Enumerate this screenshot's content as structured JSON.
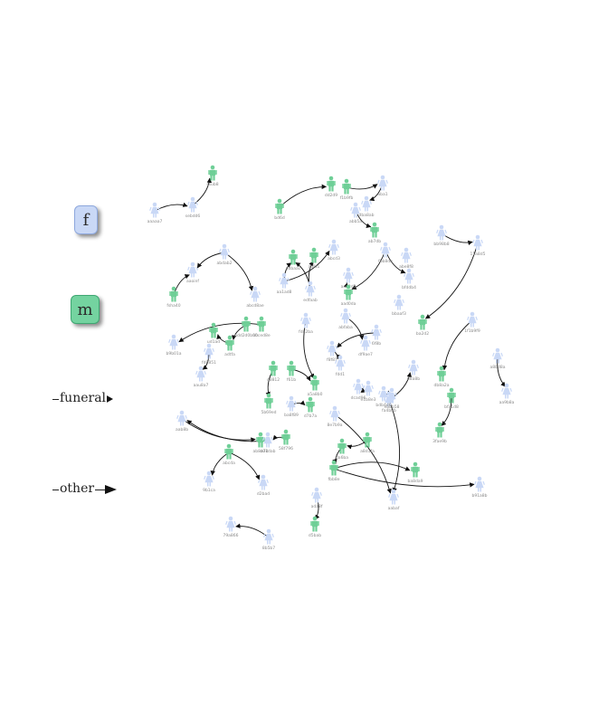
{
  "colors": {
    "female": "#c9d8f6",
    "male": "#6fcf97",
    "edge": "#111111"
  },
  "legend": {
    "female_letter": "f",
    "male_letter": "m",
    "funeral_label": "funeral",
    "other_label": "other"
  },
  "nodes": [
    {
      "id": "n1",
      "sex": "f",
      "label": "aaaaa7"
    },
    {
      "id": "n2",
      "sex": "f",
      "label": "sebdd6"
    },
    {
      "id": "n3",
      "sex": "m",
      "label": "ssub8"
    },
    {
      "id": "n4",
      "sex": "m",
      "label": "fsha40"
    },
    {
      "id": "n5",
      "sex": "f",
      "label": "aaoinf"
    },
    {
      "id": "n6",
      "sex": "f",
      "label": "abdab2"
    },
    {
      "id": "n7",
      "sex": "f",
      "label": "abcd8ae"
    },
    {
      "id": "n8",
      "sex": "m",
      "label": "abced8e"
    },
    {
      "id": "n9",
      "sex": "f",
      "label": "b9b01a"
    },
    {
      "id": "n10",
      "sex": "f",
      "label": "aau8a7"
    },
    {
      "id": "n11",
      "sex": "f",
      "label": "fd8851"
    },
    {
      "id": "n12",
      "sex": "m",
      "label": "ud1ad"
    },
    {
      "id": "n13",
      "sex": "m",
      "label": "adtfa"
    },
    {
      "id": "n14",
      "sex": "m",
      "label": "bdd2d0b00"
    },
    {
      "id": "n15",
      "sex": "m",
      "label": "adbaac"
    },
    {
      "id": "n16",
      "sex": "m",
      "label": "adfa1"
    },
    {
      "id": "n17",
      "sex": "f",
      "label": "abcd3"
    },
    {
      "id": "n18",
      "sex": "f",
      "label": "aa1ad8"
    },
    {
      "id": "n19",
      "sex": "f",
      "label": "edfaab"
    },
    {
      "id": "n20",
      "sex": "f",
      "label": "aaa2d5"
    },
    {
      "id": "n21",
      "sex": "m",
      "label": "aad0da"
    },
    {
      "id": "n22",
      "sex": "f",
      "label": "fbb8da"
    },
    {
      "id": "n23",
      "sex": "f",
      "label": "bfddb4"
    },
    {
      "id": "n24",
      "sex": "m",
      "label": "bd6d"
    },
    {
      "id": "n25",
      "sex": "m",
      "label": "dd2d9"
    },
    {
      "id": "n26",
      "sex": "m",
      "label": "f1b9fb"
    },
    {
      "id": "n27",
      "sex": "f",
      "label": "aba1"
    },
    {
      "id": "n28",
      "sex": "f",
      "label": "dba8ab"
    },
    {
      "id": "n29",
      "sex": "f",
      "label": "abb5a"
    },
    {
      "id": "n30",
      "sex": "m",
      "label": "ab7db"
    },
    {
      "id": "n31",
      "sex": "f",
      "label": "abe8f8"
    },
    {
      "id": "n32",
      "sex": "f",
      "label": "bbaaf3"
    },
    {
      "id": "n33",
      "sex": "f",
      "label": "abfaba"
    },
    {
      "id": "n34",
      "sex": "f",
      "label": "df9ae7"
    },
    {
      "id": "n35",
      "sex": "f",
      "label": "6f8b"
    },
    {
      "id": "n36",
      "sex": "f",
      "label": "f8f81"
    },
    {
      "id": "n37",
      "sex": "f",
      "label": "fdd1"
    },
    {
      "id": "n38",
      "sex": "f",
      "label": "fd82ba"
    },
    {
      "id": "n39",
      "sex": "m",
      "label": "a5a8b0"
    },
    {
      "id": "n40",
      "sex": "m",
      "label": "f61b"
    },
    {
      "id": "n41",
      "sex": "m",
      "label": "d8812"
    },
    {
      "id": "n42",
      "sex": "m",
      "label": "5b69ed"
    },
    {
      "id": "n43",
      "sex": "f",
      "label": "ba8f89"
    },
    {
      "id": "n44",
      "sex": "m",
      "label": "d7b7a"
    },
    {
      "id": "n45",
      "sex": "m",
      "label": "abcda"
    },
    {
      "id": "n46",
      "sex": "f",
      "label": "9b1ca"
    },
    {
      "id": "n47",
      "sex": "f",
      "label": "d2bad"
    },
    {
      "id": "n48",
      "sex": "f",
      "label": "aab8b"
    },
    {
      "id": "n49",
      "sex": "m",
      "label": "ab8a7d"
    },
    {
      "id": "n50",
      "sex": "f",
      "label": "d01dab"
    },
    {
      "id": "n51",
      "sex": "m",
      "label": "58f796"
    },
    {
      "id": "n52",
      "sex": "f",
      "label": "ada8f"
    },
    {
      "id": "n53",
      "sex": "m",
      "label": "d5bab"
    },
    {
      "id": "n54",
      "sex": "f",
      "label": "8b5b7"
    },
    {
      "id": "n55",
      "sex": "f",
      "label": "79a866"
    },
    {
      "id": "n56",
      "sex": "m",
      "label": "a8d1fa"
    },
    {
      "id": "n57",
      "sex": "m",
      "label": "da6ba"
    },
    {
      "id": "n58",
      "sex": "m",
      "label": "fbb8e"
    },
    {
      "id": "n59",
      "sex": "m",
      "label": "ba8da9"
    },
    {
      "id": "n60",
      "sex": "f",
      "label": "b91a8b"
    },
    {
      "id": "n61",
      "sex": "f",
      "label": "aabaf"
    },
    {
      "id": "n62",
      "sex": "f",
      "label": "fa4b8b"
    },
    {
      "id": "n63",
      "sex": "f",
      "label": "b8a8b"
    },
    {
      "id": "n64",
      "sex": "f",
      "label": "8e7b9a"
    },
    {
      "id": "n65",
      "sex": "f",
      "label": "dcad96"
    },
    {
      "id": "n66",
      "sex": "f",
      "label": "e1b8e3"
    },
    {
      "id": "n67",
      "sex": "f",
      "label": "bdb4d0"
    },
    {
      "id": "n68",
      "sex": "f",
      "label": "ebbb58"
    },
    {
      "id": "n69",
      "sex": "f",
      "label": "bb98b8"
    },
    {
      "id": "n70",
      "sex": "f",
      "label": "11a8d5"
    },
    {
      "id": "n71",
      "sex": "m",
      "label": "ba2d2"
    },
    {
      "id": "n72",
      "sex": "f",
      "label": "1f1b9f9"
    },
    {
      "id": "n73",
      "sex": "m",
      "label": "db8a2a"
    },
    {
      "id": "n74",
      "sex": "m",
      "label": "bfa1d8"
    },
    {
      "id": "n75",
      "sex": "m",
      "label": "3fae9b"
    },
    {
      "id": "n76",
      "sex": "f",
      "label": "a8bd8a"
    },
    {
      "id": "n77",
      "sex": "f",
      "label": "aa9b8a"
    }
  ],
  "edges": [
    {
      "from": "n1",
      "to": "n2",
      "type": "funeral"
    },
    {
      "from": "n2",
      "to": "n3",
      "type": "funeral"
    },
    {
      "from": "n4",
      "to": "n5",
      "type": "funeral"
    },
    {
      "from": "n6",
      "to": "n5",
      "type": "funeral"
    },
    {
      "from": "n6",
      "to": "n7",
      "type": "funeral"
    },
    {
      "from": "n8",
      "to": "n9",
      "type": "funeral"
    },
    {
      "from": "n11",
      "to": "n10",
      "type": "funeral"
    },
    {
      "from": "n14",
      "to": "n13",
      "type": "funeral"
    },
    {
      "from": "n13",
      "to": "n12",
      "type": "funeral"
    },
    {
      "from": "n18",
      "to": "n17",
      "type": "funeral"
    },
    {
      "from": "n18",
      "to": "n15",
      "type": "funeral"
    },
    {
      "from": "n19",
      "to": "n15",
      "type": "funeral"
    },
    {
      "from": "n19",
      "to": "n16",
      "type": "funeral"
    },
    {
      "from": "n20",
      "to": "n21",
      "type": "funeral"
    },
    {
      "from": "n22",
      "to": "n21",
      "type": "funeral"
    },
    {
      "from": "n22",
      "to": "n23",
      "type": "funeral"
    },
    {
      "from": "n24",
      "to": "n25",
      "type": "funeral"
    },
    {
      "from": "n26",
      "to": "n27",
      "type": "funeral"
    },
    {
      "from": "n27",
      "to": "n28",
      "type": "funeral"
    },
    {
      "from": "n29",
      "to": "n30",
      "type": "funeral"
    },
    {
      "from": "n33",
      "to": "n34",
      "type": "funeral"
    },
    {
      "from": "n35",
      "to": "n36",
      "type": "funeral"
    },
    {
      "from": "n36",
      "to": "n37",
      "type": "funeral"
    },
    {
      "from": "n38",
      "to": "n39",
      "type": "funeral"
    },
    {
      "from": "n40",
      "to": "n39",
      "type": "funeral"
    },
    {
      "from": "n41",
      "to": "n42",
      "type": "funeral"
    },
    {
      "from": "n43",
      "to": "n44",
      "type": "funeral"
    },
    {
      "from": "n45",
      "to": "n46",
      "type": "funeral"
    },
    {
      "from": "n45",
      "to": "n47",
      "type": "funeral"
    },
    {
      "from": "n48",
      "to": "n49",
      "type": "funeral"
    },
    {
      "from": "n50",
      "to": "n48",
      "type": "funeral"
    },
    {
      "from": "n51",
      "to": "n50",
      "type": "funeral"
    },
    {
      "from": "n52",
      "to": "n53",
      "type": "funeral"
    },
    {
      "from": "n54",
      "to": "n55",
      "type": "funeral"
    },
    {
      "from": "n56",
      "to": "n57",
      "type": "funeral"
    },
    {
      "from": "n57",
      "to": "n58",
      "type": "funeral"
    },
    {
      "from": "n58",
      "to": "n59",
      "type": "funeral"
    },
    {
      "from": "n58",
      "to": "n60",
      "type": "funeral"
    },
    {
      "from": "n62",
      "to": "n61",
      "type": "funeral"
    },
    {
      "from": "n62",
      "to": "n63",
      "type": "funeral"
    },
    {
      "from": "n64",
      "to": "n61",
      "type": "funeral"
    },
    {
      "from": "n65",
      "to": "n66",
      "type": "funeral"
    },
    {
      "from": "n67",
      "to": "n68",
      "type": "funeral"
    },
    {
      "from": "n69",
      "to": "n70",
      "type": "funeral"
    },
    {
      "from": "n70",
      "to": "n71",
      "type": "funeral"
    },
    {
      "from": "n72",
      "to": "n73",
      "type": "funeral"
    },
    {
      "from": "n74",
      "to": "n75",
      "type": "funeral"
    },
    {
      "from": "n76",
      "to": "n77",
      "type": "funeral"
    }
  ]
}
